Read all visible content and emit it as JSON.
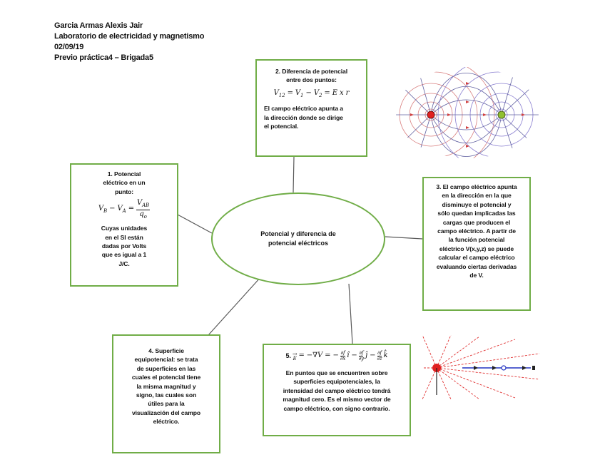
{
  "header": {
    "author": "Garcia Armas Alexis Jair",
    "course": "Laboratorio de electricidad y magnetismo",
    "date": "02/09/19",
    "title": "Previo práctica4 – Brigada5"
  },
  "center": {
    "line1": "Potencial y diferencia de",
    "line2": "potencial eléctricos"
  },
  "box1": {
    "lines": [
      "1.    Potencial",
      "eléctrico en un",
      "punto:"
    ],
    "formula": "V_B − V_A = V_AB / q_o",
    "text": [
      "Cuyas unidades",
      "en el SI están",
      "dadas por Volts",
      "que es igual a 1",
      "J/C."
    ]
  },
  "box2": {
    "lines": [
      "2. Diferencia de potencial",
      "entre dos puntos:"
    ],
    "formula": "V₁₂ = V₁ − V₂ = E x r",
    "text": [
      "El campo eléctrico apunta a",
      "la dirección donde se dirige",
      "el potencial."
    ]
  },
  "box3": {
    "text": [
      "3. El campo eléctrico apunta",
      "en la dirección en la que",
      "disminuye el potencial y",
      "sólo quedan implicadas las",
      "cargas que producen el",
      "campo eléctrico. A partir de",
      "la función potencial",
      "eléctrico V(x,y,z) se puede",
      "calcular el campo eléctrico",
      "evaluando ciertas derivadas",
      "de V."
    ]
  },
  "box4": {
    "text": [
      "4. Superficie",
      "equipotencial: se trata",
      "de superficies en las",
      "cuales el potencial tiene",
      "la misma magnitud y",
      "signo, las cuales son",
      "útiles para la",
      "visualización del campo",
      "eléctrico."
    ]
  },
  "box5": {
    "formula": "5. E = −∇V = −∂f/∂x î − ∂f/∂y ĵ − ∂f/∂z k̂",
    "text": [
      "En puntos que se encuentren sobre",
      "superficies equipotenciales, la",
      "intensidad del campo eléctrico tendrá",
      "magnitud cero. Es el mismo vector de",
      "campo eléctrico, con signo contrario."
    ]
  },
  "colors": {
    "box_border": "#70ad47",
    "connector": "#595959"
  }
}
